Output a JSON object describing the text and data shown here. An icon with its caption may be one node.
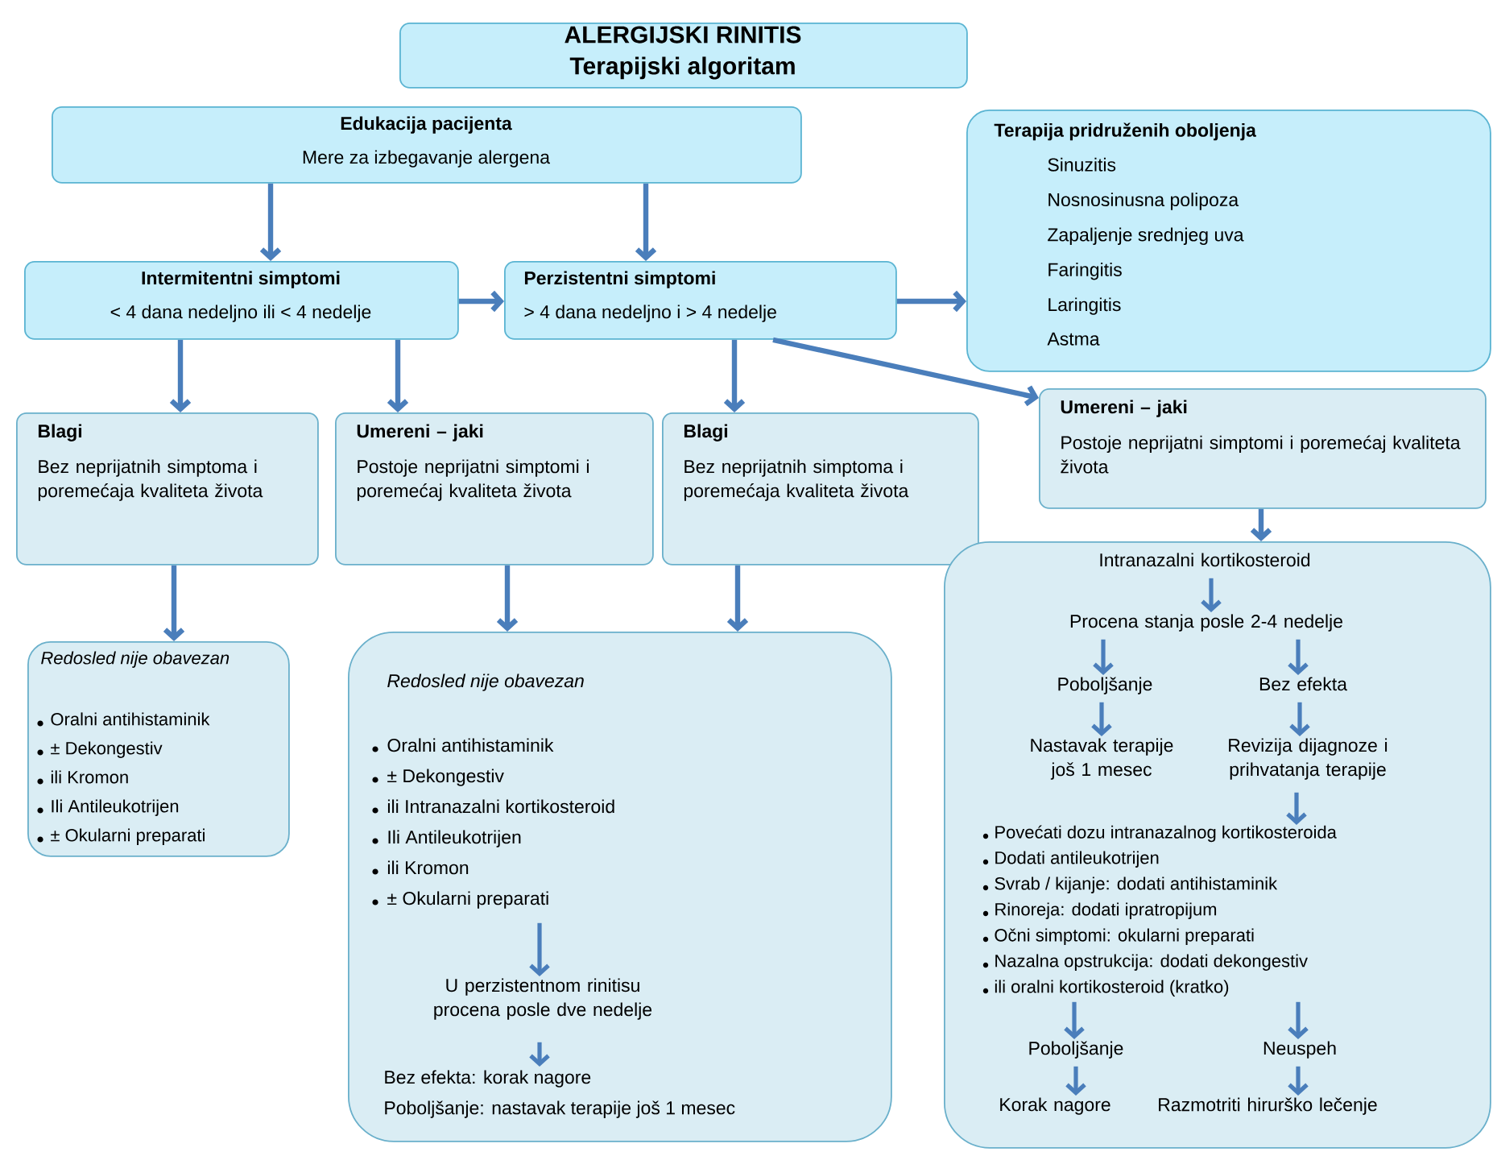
{
  "diagram": {
    "nodes": [
      {
        "text": [
          "ALERGIJSKI RINITIS",
          "Terapijski algoritam"
        ]
      },
      {
        "text": [
          "Edukacija pacijenta",
          "Mere za izbegavanje alergena"
        ]
      },
      {
        "text": [
          "Terapija pridruženih oboljenja",
          "Sinuzitis",
          "Nosnosinusna polipoza",
          "Zapaljenje srednjeg uva",
          "Faringitis",
          "Laringitis",
          "Astma"
        ]
      },
      {
        "text": [
          "Intermitentni simptomi",
          "< 4 dana nedeljno ili < 4 nedelje"
        ]
      },
      {
        "text": [
          "Perzistentni simptomi",
          "> 4 dana nedeljno i > 4 nedelje"
        ]
      },
      {
        "text": [
          "Blagi",
          "Bez neprijatnih simptoma i poremećaja kvaliteta života"
        ]
      },
      {
        "text": [
          "Umereni – jaki",
          "Postoje neprijatni simptomi i poremećaj kvaliteta života"
        ]
      },
      {
        "text": [
          "Blagi",
          "Bez neprijatnih simptoma i poremećaja kvaliteta života"
        ]
      },
      {
        "text": [
          "Umereni – jaki",
          "Postoje neprijatni simptomi i poremećaj kvaliteta života"
        ]
      },
      {
        "text": [
          "Redosled nije obavezan",
          "Oralni antihistaminik",
          "± Dekongestiv",
          "ili Kromon",
          "Ili Antileukotrijen",
          "± Okularni preparati"
        ]
      },
      {
        "text": [],
        "shape": "box"
      },
      {
        "text": [
          "Redosled nije obavezan",
          "Oralni antihistaminik",
          "± Dekongestiv",
          "ili Intranazalni kortikosteroid",
          "Ili Antileukotrijen",
          "ili Kromon",
          "± Okularni preparati"
        ],
        "in": 10
      },
      {
        "text": [
          "U perzistentnom rinitisu procena posle dve nedelje"
        ],
        "in": 10
      },
      {
        "text": [
          "Bez efekta: korak nagore",
          "Poboljšanje: nastavak terapije još 1 mesec"
        ],
        "in": 10
      },
      {
        "text": [],
        "shape": "box"
      },
      {
        "text": [
          "Intranazalni kortikosteroid"
        ],
        "in": 14
      },
      {
        "text": [
          "Procena stanja posle 2-4 nedelje"
        ],
        "in": 14
      },
      {
        "text": [
          "Poboljšanje"
        ],
        "in": 14
      },
      {
        "text": [
          "Bez efekta"
        ],
        "in": 14
      },
      {
        "text": [
          "Nastavak terapije još 1 mesec"
        ],
        "in": 14
      },
      {
        "text": [
          "Revizija dijagnoze i prihvatanja terapije"
        ],
        "in": 14
      },
      {
        "text": [
          "Povećati dozu intranazalnog kortikosteroida",
          "Dodati antileukotrijen",
          "Svrab / kijanje: dodati antihistaminik",
          "Rinoreja: dodati ipratropijum",
          "Očni simptomi: okularni preparati",
          "Nazalna opstrukcija: dodati dekongestiv",
          "ili oralni kortikosteroid (kratko)"
        ],
        "in": 14
      },
      {
        "text": [
          "Poboljšanje"
        ],
        "in": 14
      },
      {
        "text": [
          "Neuspeh"
        ],
        "in": 14
      },
      {
        "text": [
          "Korak nagore"
        ],
        "in": 14
      },
      {
        "text": [
          "Razmotriti hirurško lečenje"
        ],
        "in": 14
      }
    ],
    "edges": [
      {
        "from": 1,
        "to": 3,
        "arrow": "to"
      },
      {
        "from": 1,
        "to": 4,
        "arrow": "to"
      },
      {
        "from": 3,
        "to": 4,
        "arrow": "to"
      },
      {
        "from": 4,
        "to": 2,
        "arrow": "to"
      },
      {
        "from": 3,
        "to": 5,
        "arrow": "to"
      },
      {
        "from": 3,
        "to": 6,
        "arrow": "to"
      },
      {
        "from": 4,
        "to": 7,
        "arrow": "to"
      },
      {
        "from": 4,
        "to": 8,
        "arrow": "to"
      },
      {
        "from": 5,
        "to": 9,
        "arrow": "to"
      },
      {
        "from": 6,
        "to": 10,
        "arrow": "to"
      },
      {
        "from": 7,
        "to": 10,
        "arrow": "to"
      },
      {
        "from": 8,
        "to": 14,
        "arrow": "to"
      },
      {
        "from": 11,
        "to": 12,
        "arrow": "to"
      },
      {
        "from": 12,
        "to": 13,
        "arrow": "to"
      },
      {
        "from": 15,
        "to": 16,
        "arrow": "to"
      },
      {
        "from": 16,
        "to": 17,
        "arrow": "to"
      },
      {
        "from": 16,
        "to": 18,
        "arrow": "to"
      },
      {
        "from": 17,
        "to": 19,
        "arrow": "to"
      },
      {
        "from": 18,
        "to": 20,
        "arrow": "to"
      },
      {
        "from": 20,
        "to": 21,
        "arrow": "to"
      },
      {
        "from": 21,
        "to": 22,
        "arrow": "to"
      },
      {
        "from": 21,
        "to": 23,
        "arrow": "to"
      },
      {
        "from": 22,
        "to": 24,
        "arrow": "to"
      },
      {
        "from": 23,
        "to": 25,
        "arrow": "to"
      }
    ]
  }
}
